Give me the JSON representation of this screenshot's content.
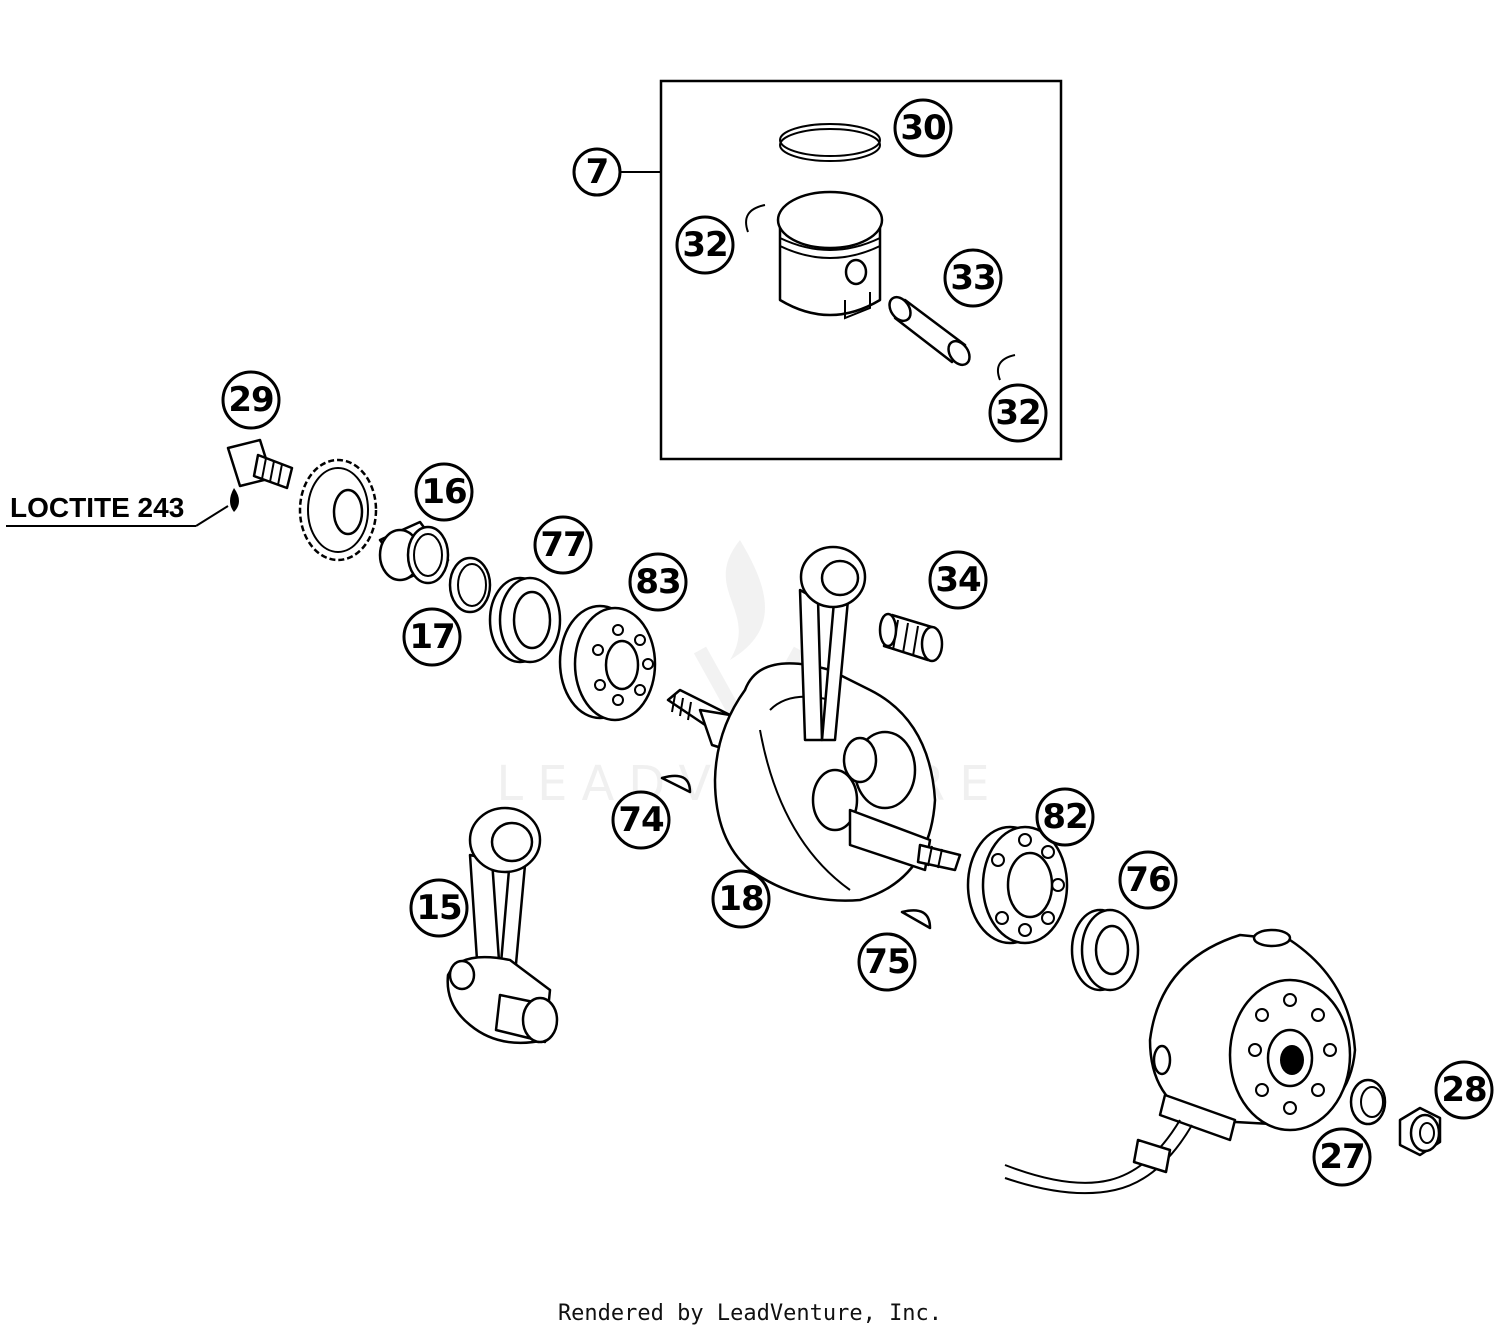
{
  "callouts": {
    "c7": "7",
    "c30": "30",
    "c32a": "32",
    "c33": "33",
    "c32b": "32",
    "c29": "29",
    "c16": "16",
    "c77": "77",
    "c83": "83",
    "c34": "34",
    "c17": "17",
    "c74": "74",
    "c82": "82",
    "c76": "76",
    "c15": "15",
    "c18": "18",
    "c75": "75",
    "c28": "28",
    "c27": "27"
  },
  "note": "LOCTITE 243",
  "watermark": "LEADVENTURE",
  "footer": "Rendered by LeadVenture, Inc."
}
